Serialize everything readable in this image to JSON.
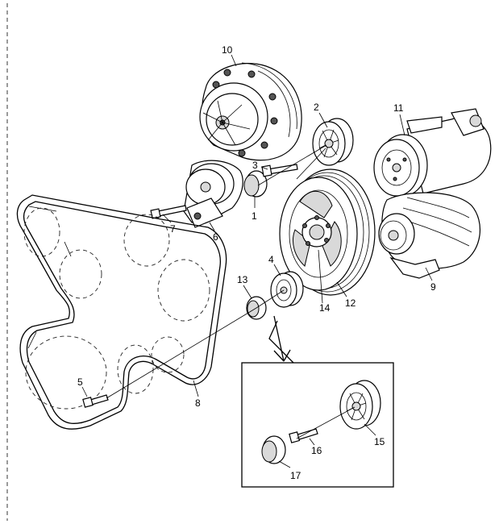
{
  "callouts": {
    "c1": "1",
    "c2": "2",
    "c3": "3",
    "c4": "4",
    "c5": "5",
    "c6": "6",
    "c7": "7",
    "c8": "8",
    "c9": "9",
    "c10": "10",
    "c11": "11",
    "c12": "12",
    "c13": "13",
    "c14": "14",
    "c15": "15",
    "c16": "16",
    "c17": "17"
  },
  "colors": {
    "line": "#000000",
    "background": "#ffffff",
    "shading": "#d9d9d9"
  }
}
